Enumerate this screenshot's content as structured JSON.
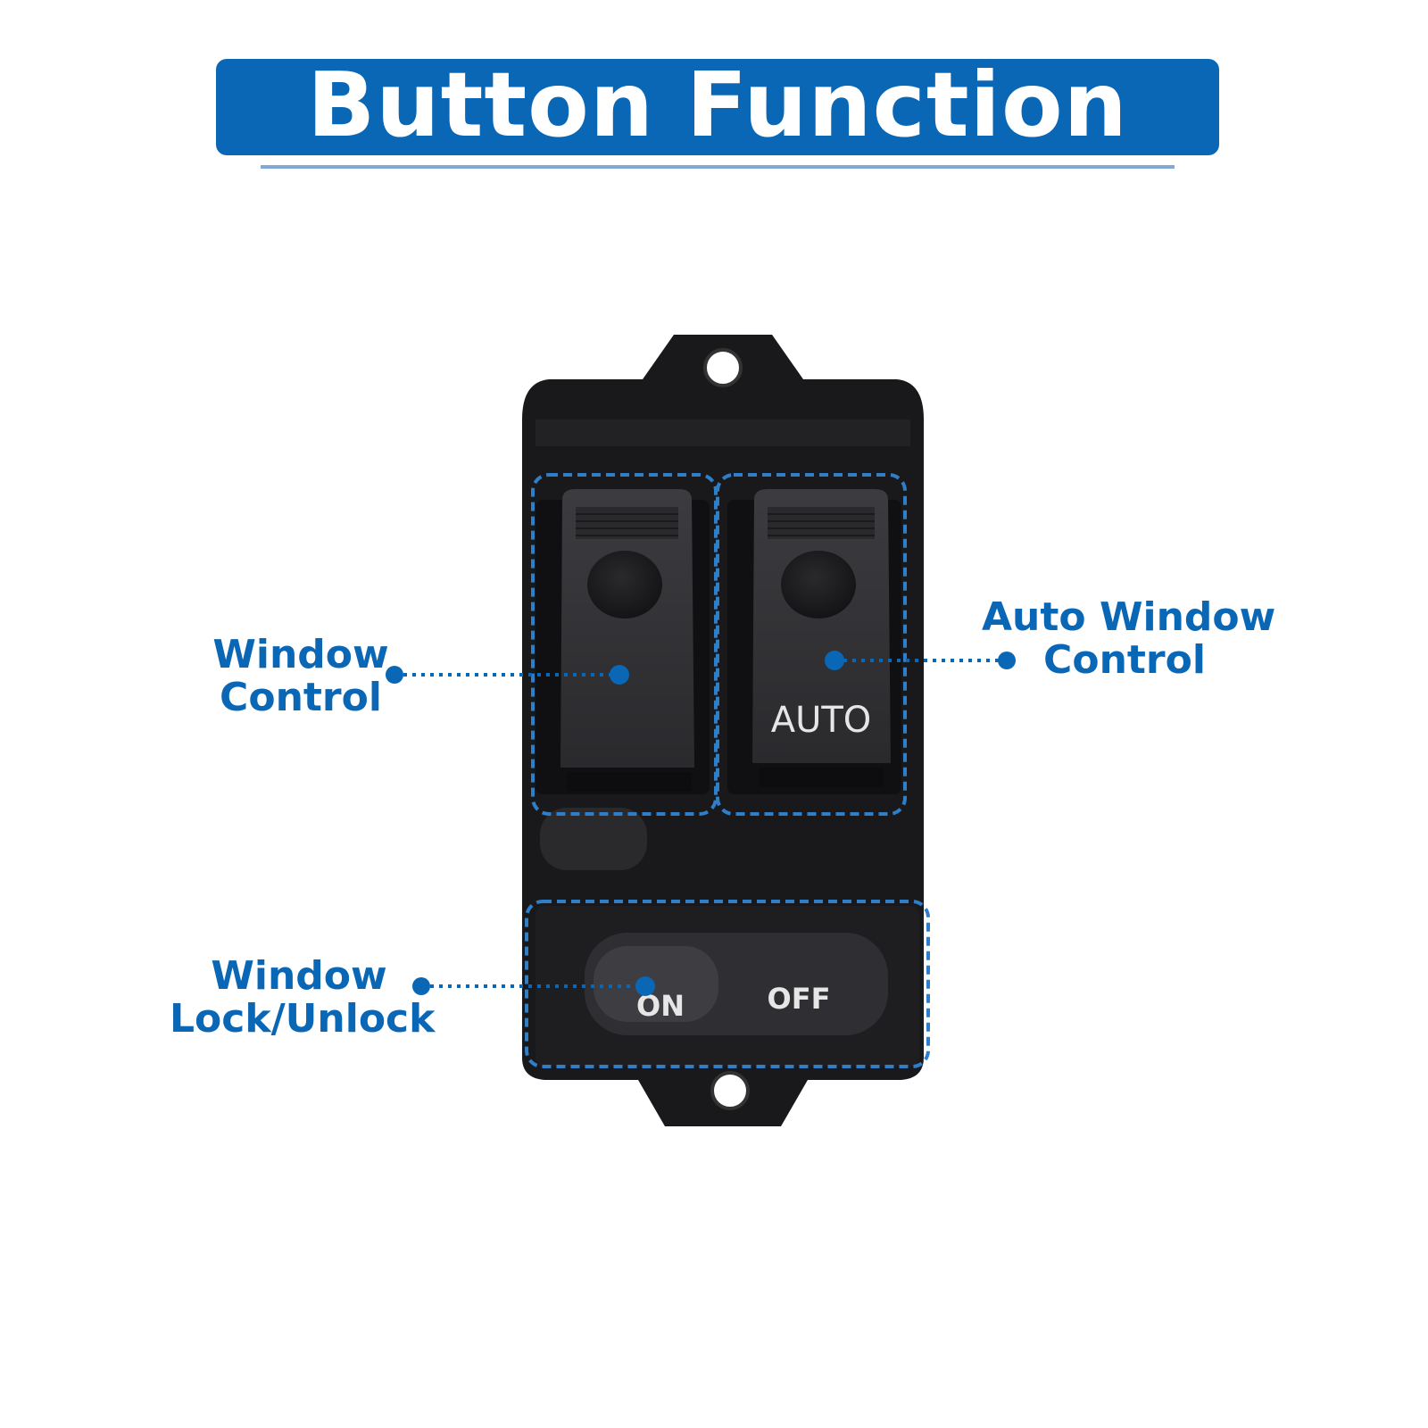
{
  "title": "Button Function",
  "callouts": {
    "window_control": {
      "line1": "Window",
      "line2": "Control"
    },
    "auto_window_control": {
      "line1": "Auto Window",
      "line2": "Control"
    },
    "window_lock": {
      "line1": "Window",
      "line2": "Lock/Unlock"
    }
  },
  "switch_labels": {
    "auto": "AUTO",
    "on": "ON",
    "off": "OFF"
  },
  "colors": {
    "accent": "#0a67b5",
    "underline": "#7fa9d6",
    "device": "#1a1a1c"
  }
}
